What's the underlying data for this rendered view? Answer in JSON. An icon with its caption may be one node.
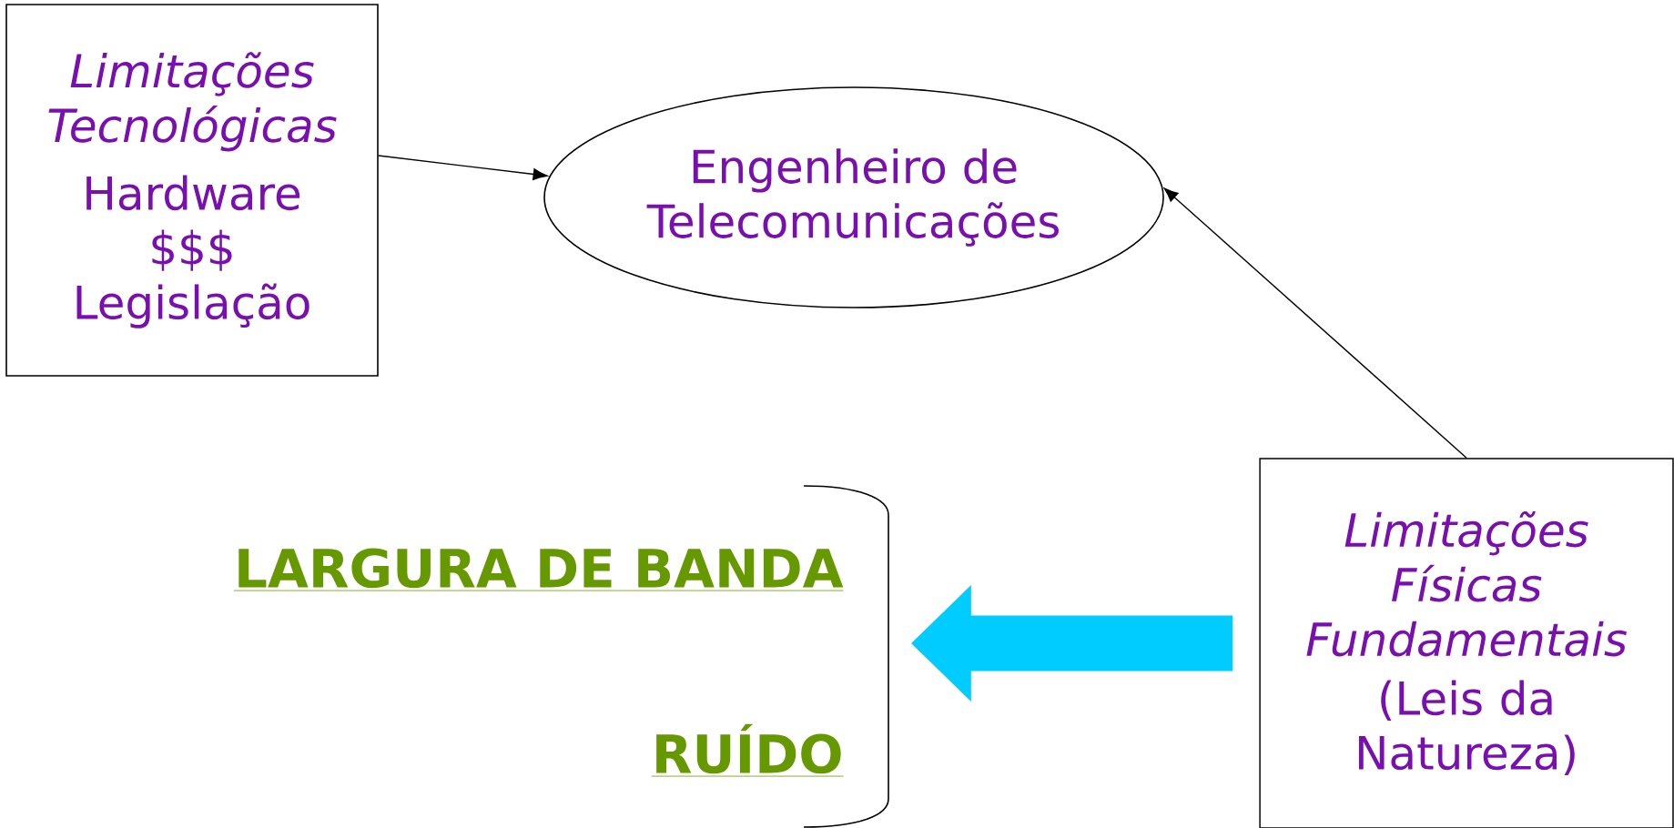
{
  "diagram": {
    "nodes": [
      {
        "text": [
          "Limitações Tecnológicas",
          "Hardware $$$ Legislação"
        ]
      },
      {
        "text": [
          "Engenheiro de Telecomunicações"
        ]
      },
      {
        "text": [
          "LARGURA DE BANDA",
          "RUÍDO"
        ]
      },
      {
        "text": [
          "Limitações Físicas Fundamentais",
          "(Leis da Natureza)"
        ]
      }
    ],
    "edges": [
      {
        "from": 0,
        "to": 1,
        "arrow": "to"
      },
      {
        "from": 3,
        "to": 1,
        "arrow": "to"
      },
      {
        "from": 3,
        "to": 2,
        "arrow": "to",
        "style": "thick",
        "color": "#00ccff"
      }
    ]
  }
}
